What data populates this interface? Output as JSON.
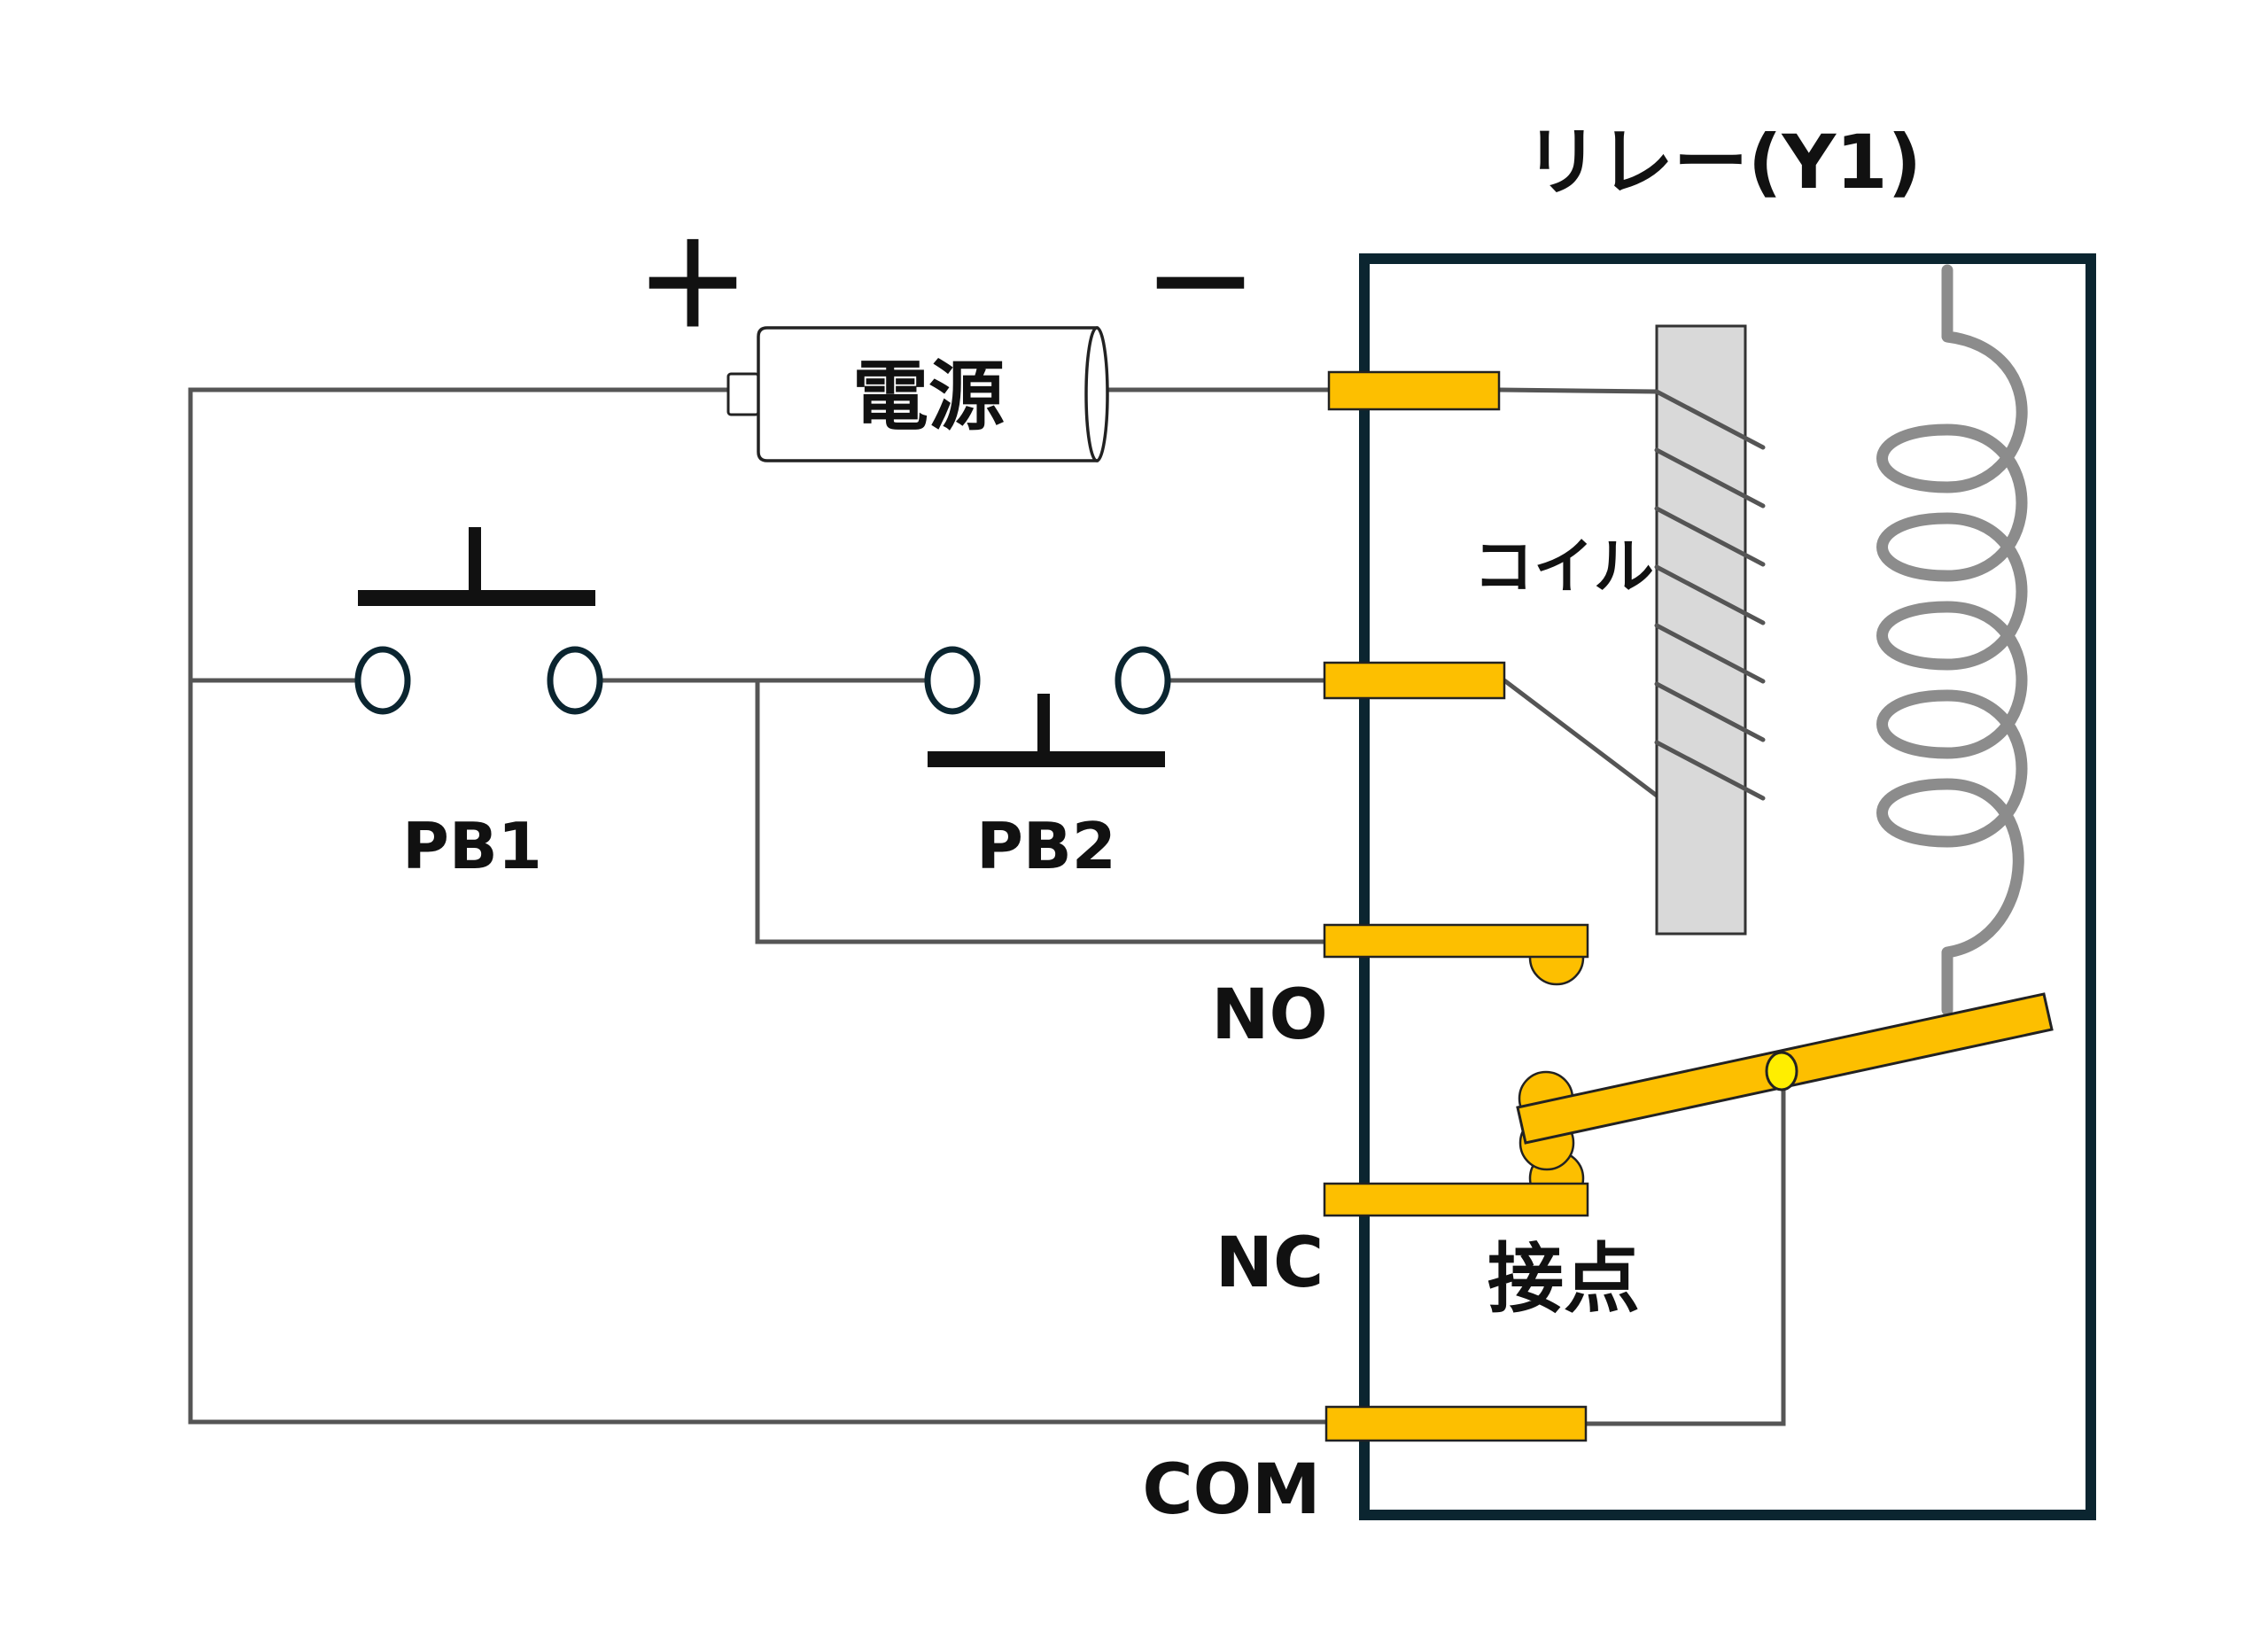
{
  "labels": {
    "relay_title": "リレー(Y1)",
    "plus": "＋",
    "minus": "－",
    "power": "電源",
    "coil": "コイル",
    "pb1": "PB1",
    "pb2": "PB2",
    "no": "NO",
    "nc": "NC",
    "com": "COM",
    "contact": "接点"
  },
  "colors": {
    "wire": "#555555",
    "relay_frame": "#0b2530",
    "terminal_plate": "#fdbf00",
    "contact_pivot": "#ffee00",
    "coil_core": "#d9d9d9",
    "spring": "#8c8c8c"
  }
}
